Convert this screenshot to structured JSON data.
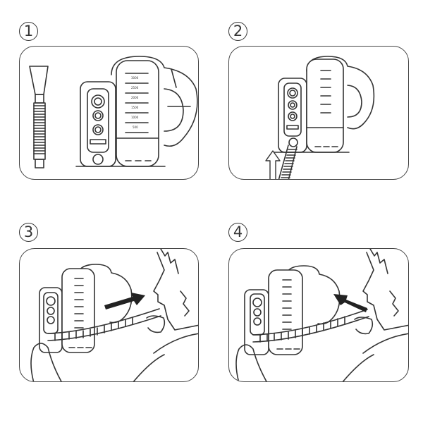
{
  "diagram": {
    "type": "instruction-steps",
    "subject": "incentive spirometer usage",
    "steps": [
      {
        "number": "1",
        "label": "①",
        "description": "Components: mouthpiece with flexible tube and spirometer device"
      },
      {
        "number": "2",
        "label": "②",
        "description": "Attach the flexible tube to the port at the base of the device (arrow up)"
      },
      {
        "number": "3",
        "label": "③",
        "description": "Hold device upright, seal lips around mouthpiece (arrow toward mouth)"
      },
      {
        "number": "4",
        "label": "④",
        "description": "Breathe — arrow from mouth toward device"
      }
    ],
    "device": {
      "scale_labels": [
        "3000",
        "2500",
        "2000",
        "1500",
        "1000",
        "500"
      ],
      "button_count": 3
    },
    "colors": {
      "line": "#333333",
      "background": "#ffffff"
    }
  }
}
